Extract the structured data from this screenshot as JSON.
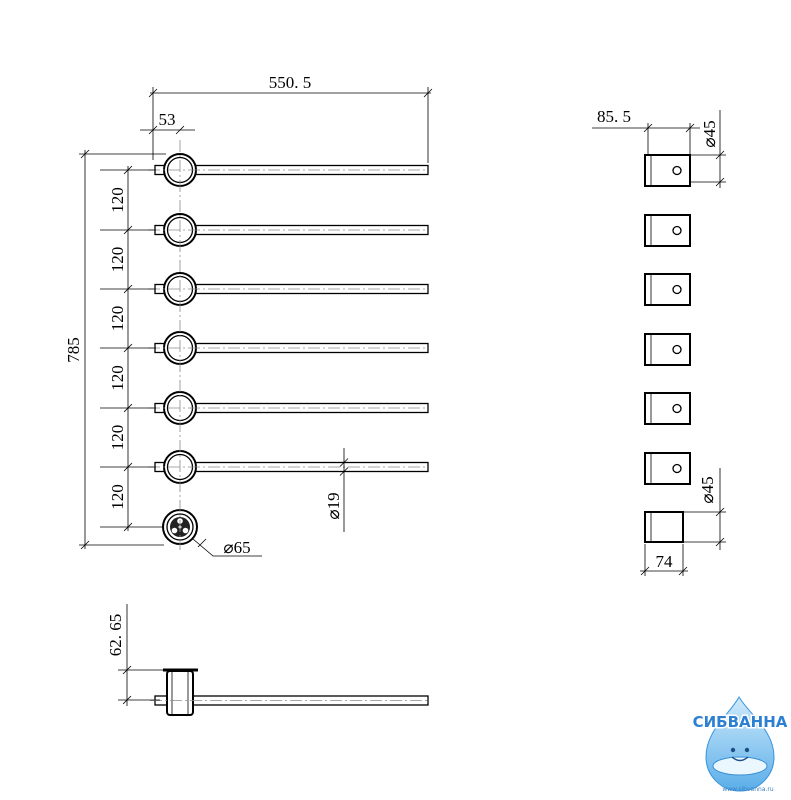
{
  "front_view": {
    "overall_width": "550. 5",
    "offset": "53",
    "overall_height": "785",
    "spacing": [
      "120",
      "120",
      "120",
      "120",
      "120",
      "120"
    ],
    "rail_diameter": "⌀19",
    "connector_diameter": "⌀65"
  },
  "side_view": {
    "depth": "85. 5",
    "bracket_diameter_top": "⌀45",
    "bracket_diameter_bottom": "⌀45",
    "connector_depth": "74"
  },
  "plan_view": {
    "height": "62. 65"
  },
  "logo": {
    "name": "СИБВАННА",
    "url": "www.sibvanna.ru"
  },
  "colors": {
    "line": "#000000",
    "centerline": "#8a8a8a",
    "logo_blue": "#2d7fd2",
    "logo_drop_light": "#cfeafc",
    "logo_drop_dark": "#5aaee8"
  }
}
